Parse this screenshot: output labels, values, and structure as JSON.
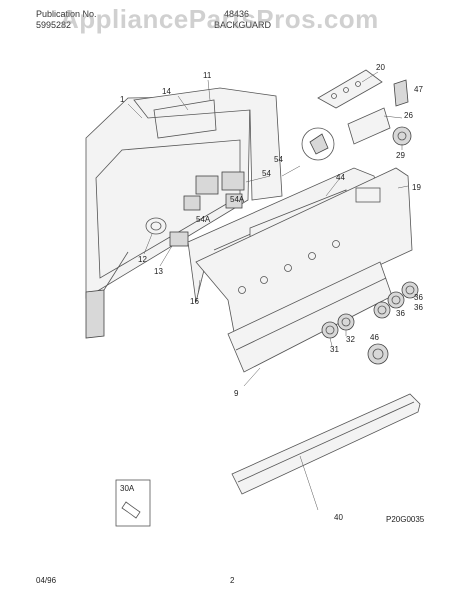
{
  "header": {
    "publication_label": "Publication No.",
    "publication_number": "5995282",
    "model_code": "48436",
    "section_title": "BACKGUARD"
  },
  "watermark": "AppliancePartsPros.com",
  "diagram_code": "P20G0035",
  "footer": {
    "date": "04/96",
    "page": "2"
  },
  "inset_label": "30A",
  "callouts": {
    "c1": "1",
    "c11": "11",
    "c14": "14",
    "c20": "20",
    "c47": "47",
    "c26": "26",
    "c29": "29",
    "c54a": "54",
    "c54b": "54",
    "c54A1": "54A",
    "c54A2": "54A",
    "c44": "44",
    "c19": "19",
    "c12": "12",
    "c13": "13",
    "c16": "16",
    "c36a": "36",
    "c36b": "36",
    "c36c": "36",
    "c32": "32",
    "c31": "31",
    "c46": "46",
    "c9": "9",
    "c40": "40"
  }
}
